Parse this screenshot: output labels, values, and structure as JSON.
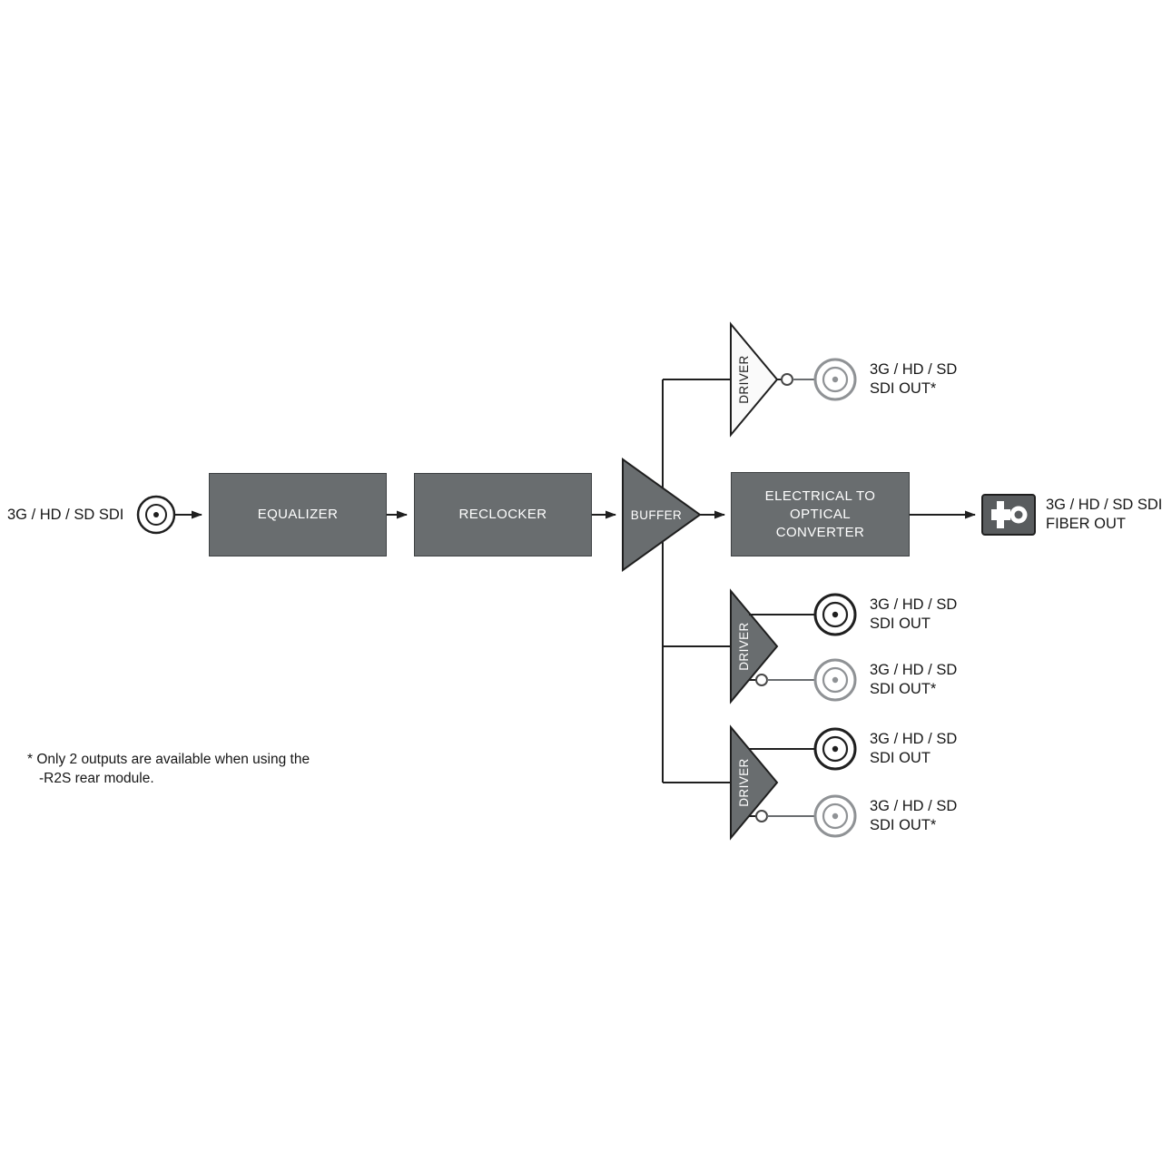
{
  "diagram": {
    "title_hint": "SDI distribution amplifier with fiber output block diagram",
    "input": {
      "label": "3G / HD / SD SDI"
    },
    "blocks": {
      "equalizer": "EQUALIZER",
      "reclocker": "RECLOCKER",
      "buffer": "BUFFER",
      "driver": "DRIVER",
      "converter_line1": "ELECTRICAL TO",
      "converter_line2": "OPTICAL",
      "converter_line3": "CONVERTER"
    },
    "outputs": {
      "top": {
        "line1": "3G / HD / SD",
        "line2": "SDI OUT*"
      },
      "fiber": {
        "line1": "3G / HD / SD SDI",
        "line2": "FIBER OUT"
      },
      "d1a": {
        "line1": "3G / HD / SD",
        "line2": "SDI OUT"
      },
      "d1b": {
        "line1": "3G / HD / SD",
        "line2": "SDI OUT*"
      },
      "d2a": {
        "line1": "3G / HD / SD",
        "line2": "SDI OUT"
      },
      "d2b": {
        "line1": "3G / HD / SD",
        "line2": "SDI OUT*"
      }
    },
    "footnote": {
      "line1": "* Only 2 outputs are available when using the",
      "line2": "-R2S rear module."
    },
    "colors": {
      "block_fill": "#696d6f",
      "block_border": "#3e4143",
      "wire": "#1f1f1f",
      "muted_connector": "#8f9295",
      "text_on_block": "#ffffff",
      "driver_top_fill": "#fafafa"
    }
  }
}
